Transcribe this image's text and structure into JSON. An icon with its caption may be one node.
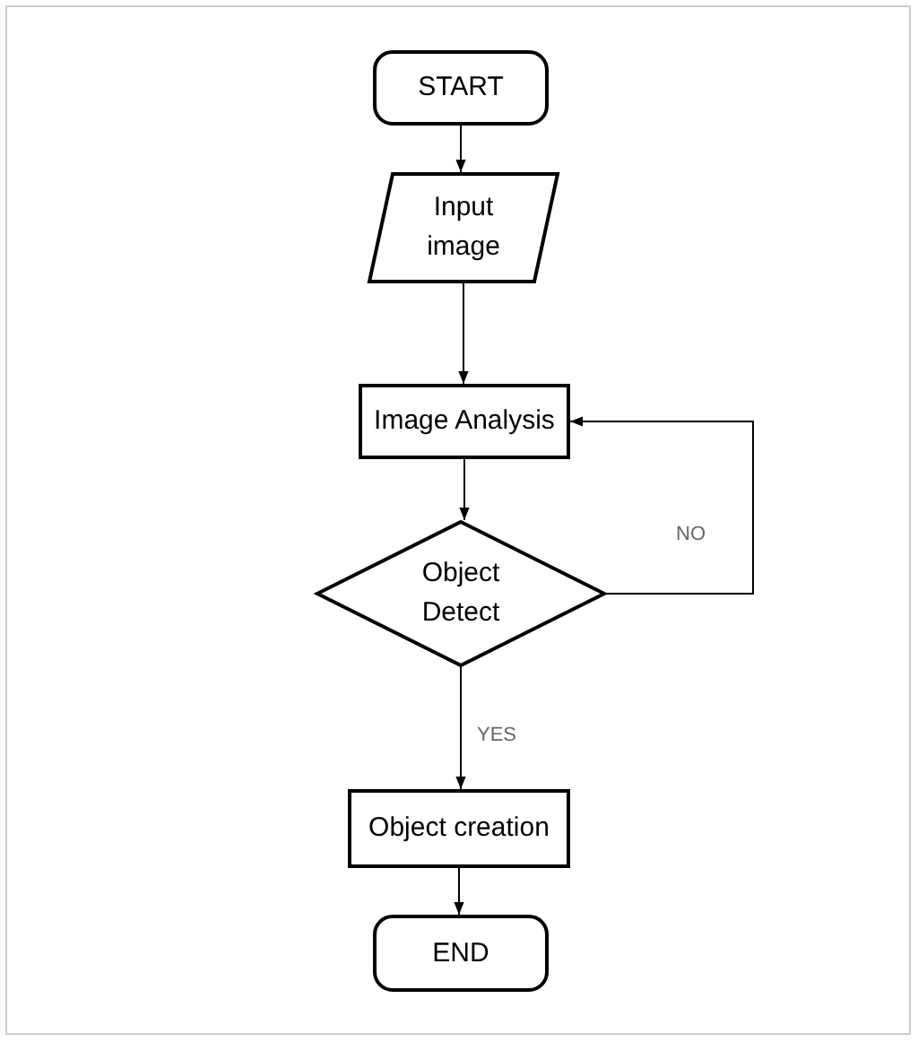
{
  "diagram": {
    "nodes": [
      {
        "text": [
          "START"
        ]
      },
      {
        "text": [
          "Input image"
        ]
      },
      {
        "text": [
          "Image Analysis"
        ]
      },
      {
        "text": [
          "Object Detect"
        ]
      },
      {
        "text": [
          "Object creation"
        ]
      },
      {
        "text": [
          "END"
        ]
      }
    ],
    "edges": [
      {
        "from": 0,
        "to": 1,
        "arrow": "to"
      },
      {
        "from": 1,
        "to": 2,
        "arrow": "to"
      },
      {
        "from": 2,
        "to": 3,
        "arrow": "to"
      },
      {
        "from": 3,
        "to": 2,
        "arrow": "to",
        "label": "NO"
      },
      {
        "from": 3,
        "to": 4,
        "arrow": "to",
        "label": "YES"
      },
      {
        "from": 4,
        "to": 5,
        "arrow": "to"
      }
    ]
  }
}
